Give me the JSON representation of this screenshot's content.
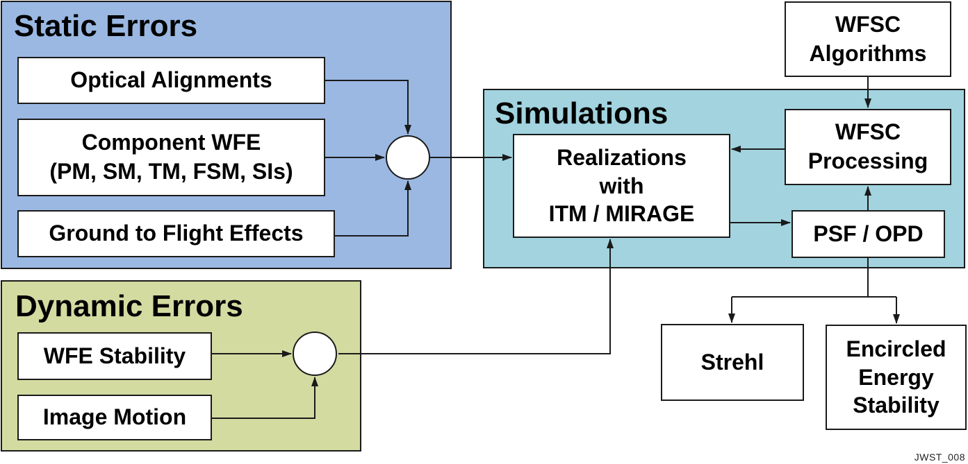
{
  "colors": {
    "static_panel": "#9ab8e2",
    "dynamic_panel": "#d3dba1",
    "simulations_panel": "#a2d3df",
    "line": "#1a1a1a"
  },
  "static_errors": {
    "title": "Static Errors",
    "optical_alignments": "Optical Alignments",
    "component_wfe_line1": "Component WFE",
    "component_wfe_line2": "(PM, SM, TM, FSM, SIs)",
    "ground_to_flight": "Ground to Flight Effects"
  },
  "dynamic_errors": {
    "title": "Dynamic Errors",
    "wfe_stability": "WFE Stability",
    "image_motion": "Image Motion"
  },
  "simulations": {
    "title": "Simulations",
    "realizations_line1": "Realizations",
    "realizations_line2": "with",
    "realizations_line3": "ITM / MIRAGE",
    "wfsc_processing_line1": "WFSC",
    "wfsc_processing_line2": "Processing",
    "psf_opd": "PSF / OPD"
  },
  "wfsc_algorithms": {
    "line1": "WFSC",
    "line2": "Algorithms"
  },
  "outputs": {
    "strehl": "Strehl",
    "ee_line1": "Encircled",
    "ee_line2": "Energy",
    "ee_line3": "Stability"
  },
  "doc_id": "JWST_008"
}
